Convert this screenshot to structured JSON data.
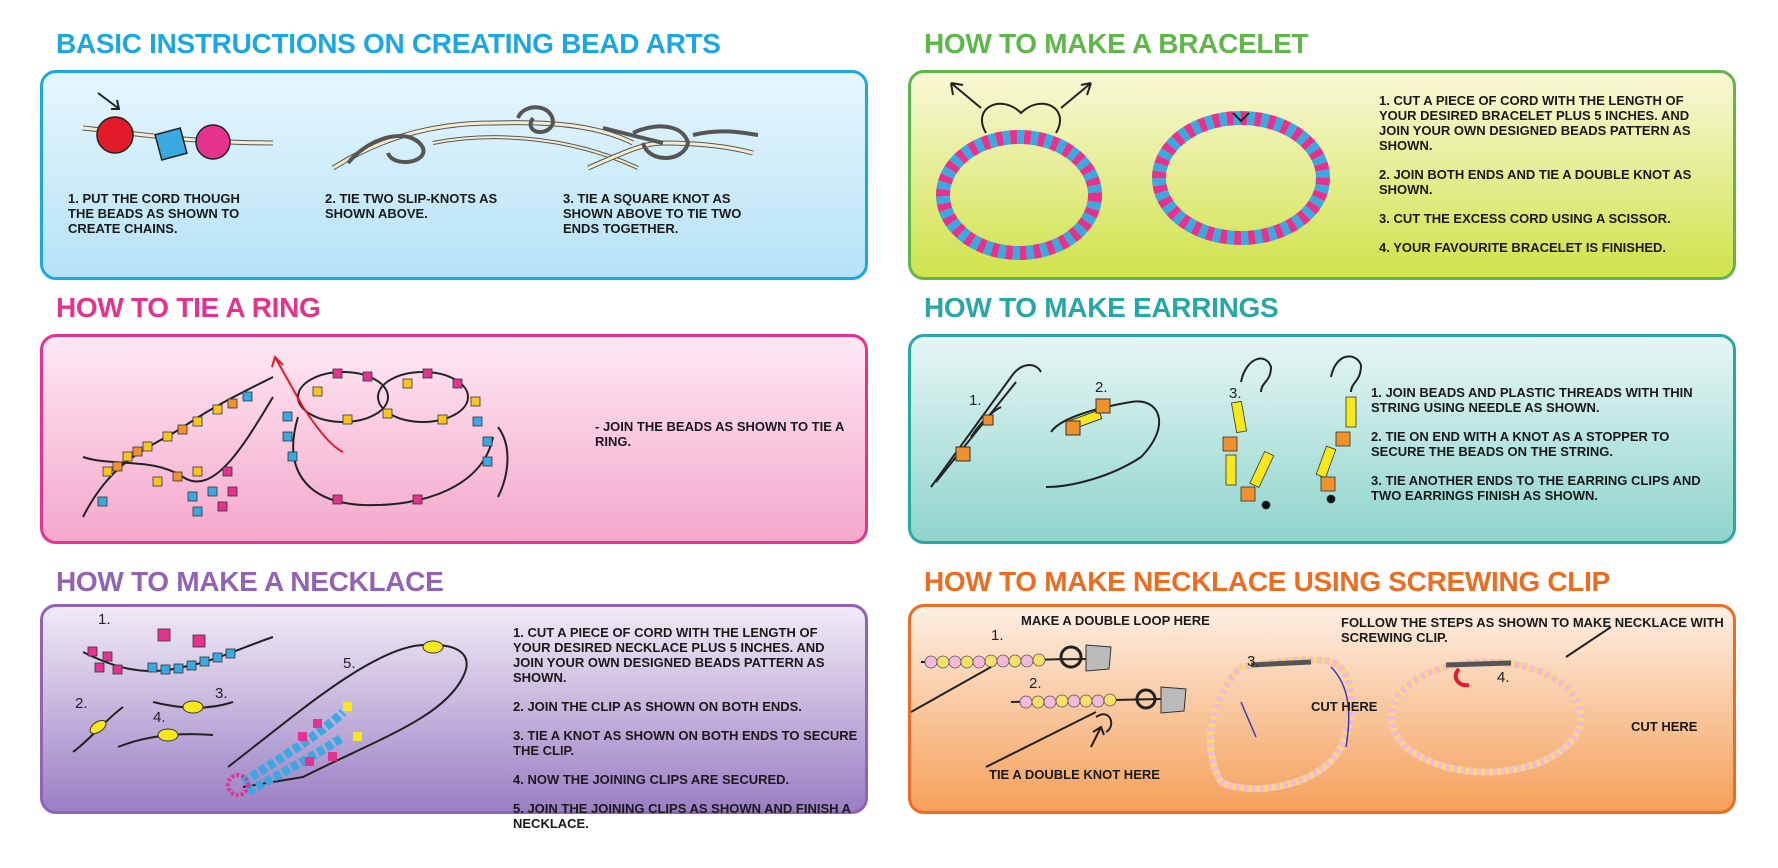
{
  "colors": {
    "blue": "#1ba7e3",
    "green": "#5fb74a",
    "pink": "#e6328f",
    "teal": "#27a7a5",
    "purple": "#9262b4",
    "orange": "#ee6b22"
  },
  "basic": {
    "title": "BASIC INSTRUCTIONS ON CREATING BEAD ARTS",
    "steps": [
      "1. PUT THE CORD THOUGH THE BEADS AS SHOWN TO CREATE CHAINS.",
      "2. TIE TWO SLIP-KNOTS AS SHOWN ABOVE.",
      "3. TIE A SQUARE KNOT AS SHOWN ABOVE TO TIE TWO ENDS TOGETHER."
    ]
  },
  "bracelet": {
    "title": "HOW TO MAKE A BRACELET",
    "steps": [
      "1. CUT A PIECE OF CORD WITH THE LENGTH OF YOUR DESIRED BRACELET PLUS 5 INCHES. AND JOIN YOUR OWN DESIGNED BEADS PATTERN AS SHOWN.",
      "2. JOIN BOTH ENDS AND TIE A DOUBLE KNOT AS SHOWN.",
      "3. CUT THE EXCESS CORD USING A SCISSOR.",
      "4. YOUR FAVOURITE BRACELET IS FINISHED."
    ]
  },
  "ring": {
    "title": "HOW TO TIE A RING",
    "text": "- JOIN THE BEADS AS SHOWN TO TIE A RING."
  },
  "earrings": {
    "title": "HOW TO MAKE EARRINGS",
    "numbers": [
      "1.",
      "2.",
      "3."
    ],
    "steps": [
      "1. JOIN BEADS AND PLASTIC THREADS WITH THIN STRING USING NEEDLE AS SHOWN.",
      "2. TIE ON END WITH A KNOT AS A STOPPER TO SECURE THE BEADS ON THE STRING.",
      "3. TIE ANOTHER ENDS TO THE EARRING CLIPS AND TWO EARRINGS FINISH AS SHOWN."
    ]
  },
  "necklace": {
    "title": "HOW TO MAKE A NECKLACE",
    "numbers": [
      "1.",
      "2.",
      "3.",
      "4.",
      "5."
    ],
    "steps": [
      "1. CUT A PIECE OF CORD WITH THE LENGTH OF YOUR DESIRED NECKLACE PLUS 5 INCHES. AND JOIN YOUR OWN DESIGNED BEADS PATTERN AS SHOWN.",
      "2. JOIN THE CLIP AS SHOWN ON BOTH ENDS.",
      "3. TIE A KNOT AS SHOWN ON BOTH ENDS TO SECURE THE CLIP.",
      "4. NOW THE JOINING CLIPS ARE SECURED.",
      "5. JOIN THE JOINING CLIPS AS SHOWN AND FINISH A NECKLACE."
    ]
  },
  "clip": {
    "title": "HOW TO MAKE NECKLACE USING SCREWING CLIP",
    "double_loop": "MAKE A DOUBLE LOOP HERE",
    "double_knot": "TIE A DOUBLE KNOT HERE",
    "follow": "FOLLOW THE STEPS AS SHOWN TO MAKE NECKLACE WITH SCREWING CLIP.",
    "cut_here_a": "CUT HERE",
    "cut_here_b": "CUT HERE",
    "numbers": [
      "1.",
      "2.",
      "3.",
      "4."
    ]
  }
}
